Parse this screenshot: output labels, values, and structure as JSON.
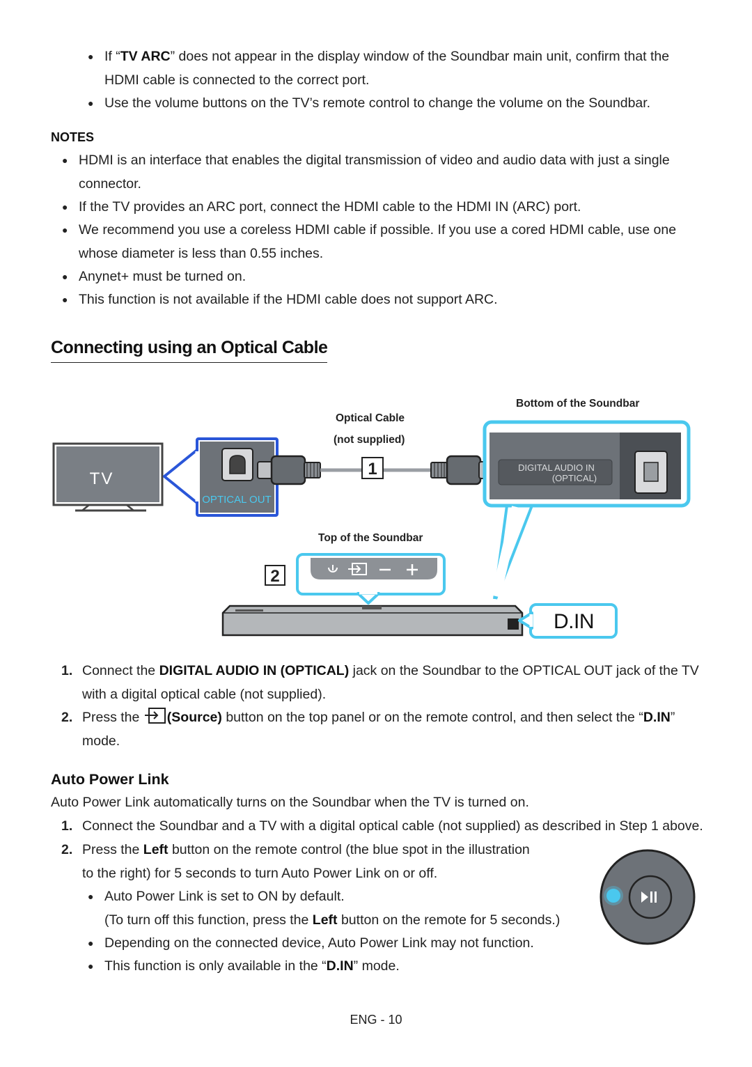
{
  "intro": {
    "b1_pre": "If “",
    "b1_bold": "TV ARC",
    "b1_post": "” does not appear in the display window of the Soundbar main unit, confirm that the",
    "b1_line2": "HDMI cable is connected to the correct port.",
    "b2": "Use the volume buttons on the TV’s remote control to change the volume on the Soundbar."
  },
  "notes": {
    "title": "NOTES",
    "n1_line1": "HDMI is an interface that enables the digital transmission of video and audio data with just a single",
    "n1_line2": "connector.",
    "n2": "If the TV provides an ARC port, connect the HDMI cable to the HDMI IN (ARC) port.",
    "n3_line1": "We recommend you use a coreless HDMI cable if possible. If you use a cored HDMI cable, use one",
    "n3_line2": "whose diameter is less than 0.55 inches.",
    "n4": "Anynet+ must be turned on.",
    "n5": "This function is not available if the HDMI cable does not support ARC."
  },
  "section_title": "Connecting using an Optical Cable",
  "diagram": {
    "bottom_label": "Bottom of the Soundbar",
    "cable_label_1": "Optical Cable",
    "cable_label_2": "(not supplied)",
    "tv_label": "TV",
    "optical_out": "OPTICAL OUT",
    "digital_audio_in_1": "DIGITAL AUDIO IN",
    "digital_audio_in_2": "(OPTICAL)",
    "top_label": "Top of the Soundbar",
    "step1": "1",
    "step2": "2",
    "din": "D.IN"
  },
  "steps": {
    "s1_num": "1.",
    "s1_pre": "Connect the ",
    "s1_bold": "DIGITAL AUDIO IN (OPTICAL)",
    "s1_post": " jack on the Soundbar to the OPTICAL OUT jack of the TV",
    "s1_line2": "with a digital optical cable (not supplied).",
    "s2_num": "2.",
    "s2_pre": "Press the ",
    "s2_bold": "(Source)",
    "s2_post": " button on the top panel or on the remote control, and then select the “",
    "s2_bold2": "D.IN",
    "s2_end": "”",
    "s2_line2": "mode."
  },
  "auto": {
    "title": "Auto Power Link",
    "desc": "Auto Power Link automatically turns on the Soundbar when the TV is turned on.",
    "s1_num": "1.",
    "s1": "Connect the Soundbar and a TV with a digital optical cable (not supplied) as described in Step 1 above.",
    "s2_num": "2.",
    "s2_pre": "Press the ",
    "s2_bold": "Left",
    "s2_post": " button on the remote control (the blue spot in the illustration",
    "s2_line2": "to the right) for 5 seconds to turn Auto Power Link on or off.",
    "b1": "Auto Power Link is set to ON by default.",
    "b1_sub_pre": "(To turn off this function, press the ",
    "b1_sub_bold": "Left",
    "b1_sub_post": " button on the remote for 5 seconds.)",
    "b2": "Depending on the connected device, Auto Power Link may not function.",
    "b3_pre": "This function is only available in the “",
    "b3_bold": "D.IN",
    "b3_post": "” mode."
  },
  "footer": "ENG - 10",
  "colors": {
    "highlight": "#4ac8ee",
    "blue": "#2a56d8",
    "gray": "#6d7278"
  }
}
